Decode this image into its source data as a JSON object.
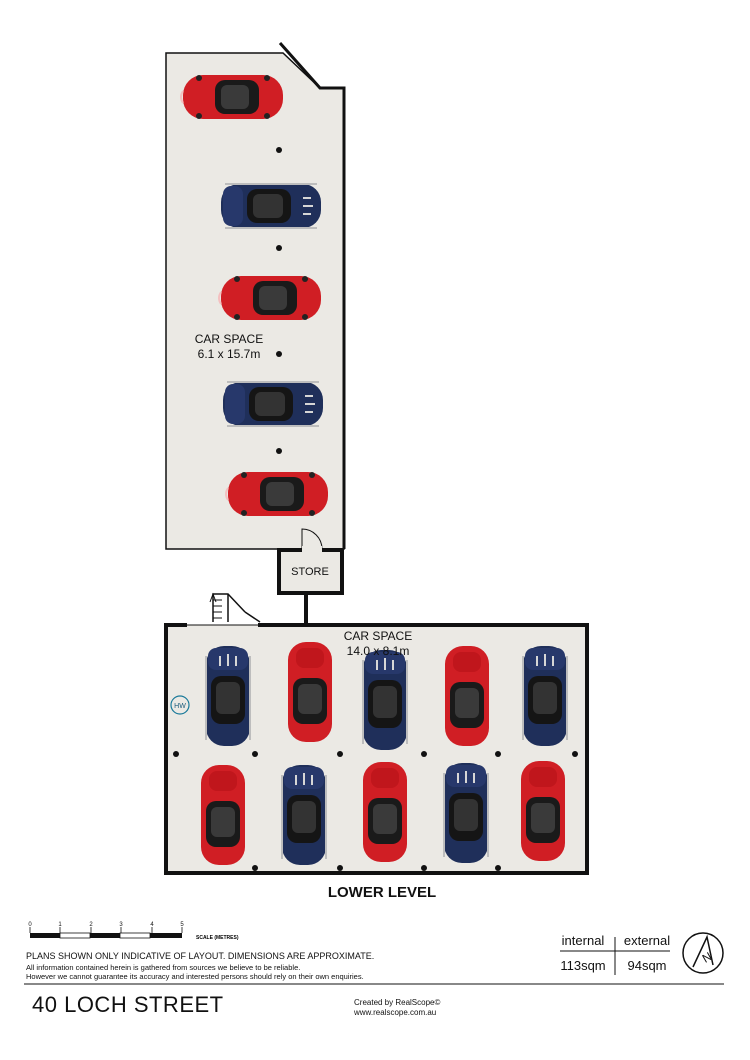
{
  "upper_room": {
    "name": "CAR SPACE",
    "dims": "6.1 x 15.7m"
  },
  "store_label": "STORE",
  "lower_room": {
    "name": "CAR SPACE",
    "dims": "14.0 x 8.1m"
  },
  "hw_label": "HW",
  "level_title": "LOWER LEVEL",
  "scale": {
    "ticks": [
      "0",
      "1",
      "2",
      "3",
      "4",
      "5"
    ],
    "label": "SCALE (METRES)"
  },
  "disclaimer": {
    "line1": "PLANS SHOWN ONLY INDICATIVE OF LAYOUT.  DIMENSIONS ARE APPROXIMATE.",
    "line2": "All information contained herein is gathered from sources we believe to be reliable.",
    "line3": "However we cannot guarantee its accuracy and interested persons should rely on their own enquiries."
  },
  "areas": {
    "internal_label": "internal",
    "internal_value": "113sqm",
    "external_label": "external",
    "external_value": "94sqm"
  },
  "address": "40 LOCH STREET",
  "credit": {
    "line1": "Created by RealScope©",
    "line2": "www.realscope.com.au"
  },
  "compass_letter": "N",
  "colors": {
    "floor": "#ebe9e4",
    "wall": "#111111",
    "car_red": "#d01e24",
    "car_blue": "#1f2f5a"
  }
}
